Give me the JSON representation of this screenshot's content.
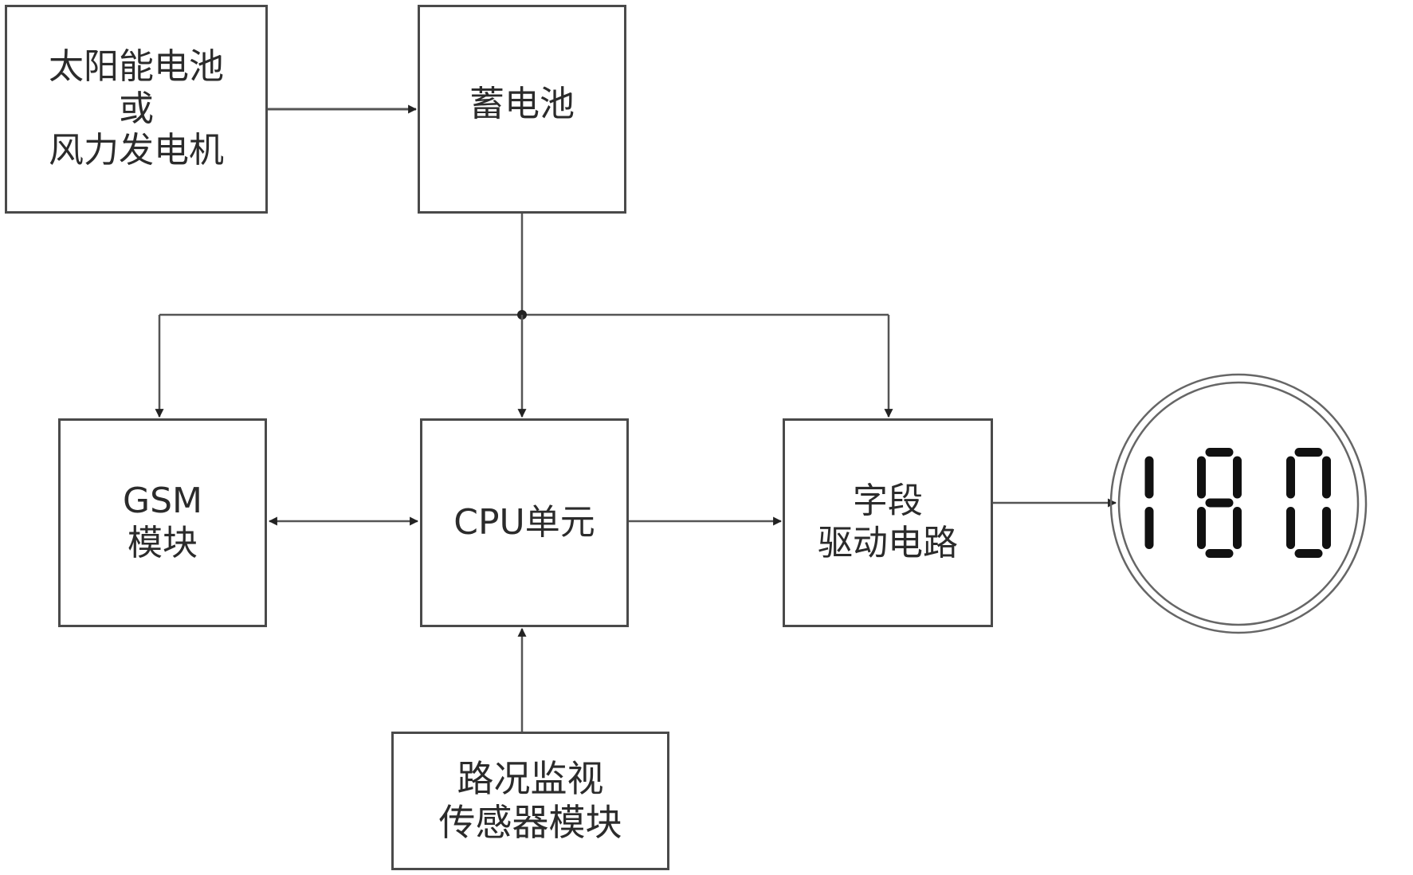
{
  "diagram": {
    "type": "block-diagram",
    "language": "zh-CN",
    "nodes": {
      "power_source": {
        "lines": [
          "太阳能电池",
          "或",
          "风力发电机"
        ]
      },
      "battery": {
        "lines": [
          "蓄电池"
        ]
      },
      "gsm": {
        "lines": [
          "GSM",
          "模块"
        ]
      },
      "cpu": {
        "lines": [
          "CPU单元"
        ]
      },
      "driver": {
        "lines": [
          "字段",
          "驱动电路"
        ]
      },
      "sensor": {
        "lines": [
          "路况监视",
          "传感器模块"
        ]
      },
      "display": {
        "readout": "180",
        "style": "seven-segment",
        "frame": "double-circle"
      }
    },
    "edges": [
      {
        "from": "power_source",
        "to": "battery",
        "direction": "forward"
      },
      {
        "from": "battery",
        "to": "gsm",
        "direction": "forward",
        "via": "junction"
      },
      {
        "from": "battery",
        "to": "cpu",
        "direction": "forward",
        "via": "junction"
      },
      {
        "from": "battery",
        "to": "driver",
        "direction": "forward",
        "via": "junction"
      },
      {
        "from": "gsm",
        "to": "cpu",
        "direction": "bidirectional"
      },
      {
        "from": "cpu",
        "to": "driver",
        "direction": "forward"
      },
      {
        "from": "driver",
        "to": "display",
        "direction": "forward"
      },
      {
        "from": "sensor",
        "to": "cpu",
        "direction": "forward"
      }
    ],
    "colors": {
      "stroke": "#4a4a4a",
      "text": "#2b2b2b",
      "segment_on": "#111111",
      "background": "#ffffff"
    }
  }
}
